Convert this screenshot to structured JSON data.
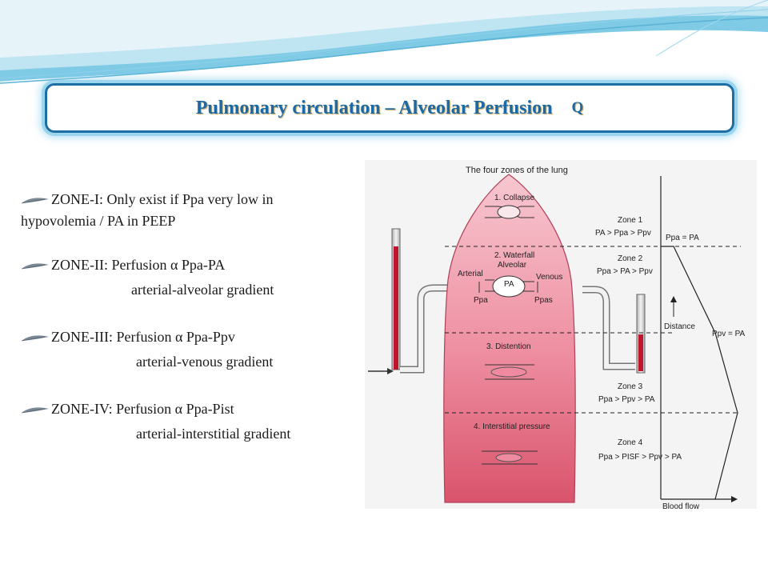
{
  "title": {
    "main": "Pulmonary circulation – Alveolar Perfusion",
    "suffix": "Q"
  },
  "zones": [
    {
      "line1": "ZONE-I: Only exist if  Ppa very low in",
      "line2": "hypovolemia /    PA   in PEEP"
    },
    {
      "line1": "ZONE-II: Perfusion α Ppa-PA",
      "line2": "arterial-alveolar gradient"
    },
    {
      "line1": "ZONE-III: Perfusion α Ppa-Ppv",
      "line2": "arterial-venous gradient"
    },
    {
      "line1": "ZONE-IV: Perfusion α Ppa-Pist",
      "line2": "arterial-interstitial gradient"
    }
  ],
  "diagram": {
    "heading": "The four zones of the lung",
    "labels": {
      "collapse": "1. Collapse",
      "waterfall": "2. Waterfall",
      "alveolar": "Alveolar",
      "arterial": "Arterial",
      "venous": "Venous",
      "pa": "PA",
      "ppa": "Ppa",
      "ppas": "Ppas",
      "distention": "3. Distention",
      "interstitial": "4. Interstitial pressure",
      "distance": "Distance",
      "blood_flow": "Blood flow"
    },
    "zone_labels": {
      "z1": "Zone 1",
      "z1_rel": "PA > Ppa > Ppv",
      "z2": "Zone 2",
      "z2_rel": "Ppa > PA > Ppv",
      "z3": "Zone 3",
      "z3_rel": "Ppa > Ppv > PA",
      "z4": "Zone 4",
      "z4_rel": "Ppa > PISF > Ppv > PA"
    },
    "curve_labels": {
      "ppa_eq": "Ppa = PA",
      "ppv_eq": "Ppv = PA"
    }
  }
}
